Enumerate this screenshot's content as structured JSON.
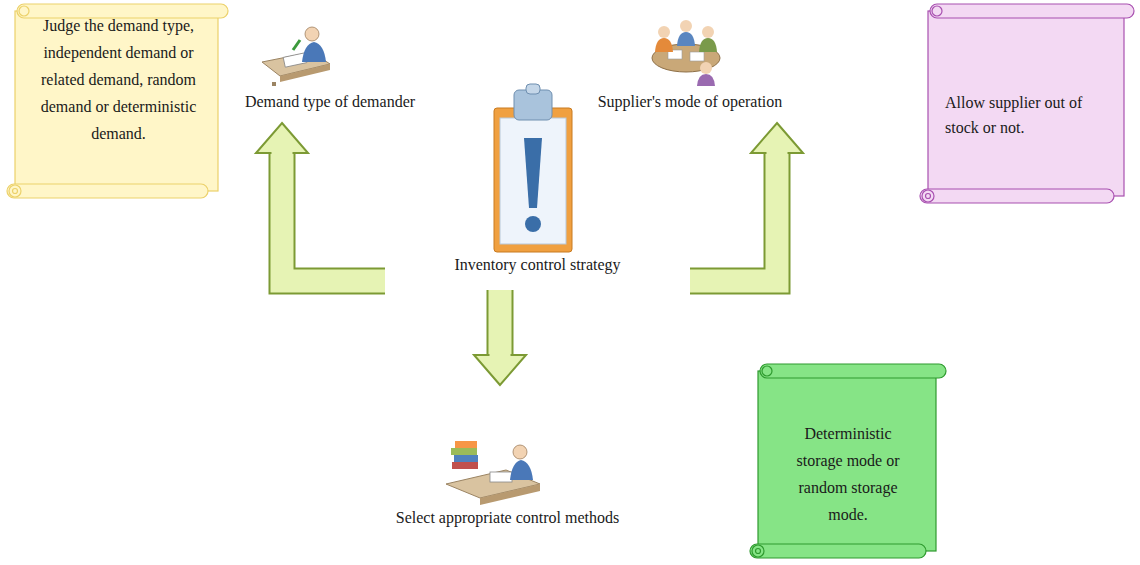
{
  "diagram": {
    "nodes": [
      {
        "text": [
          "Judge the demand type, independent demand or related demand, random demand or deterministic demand."
        ]
      },
      {
        "text": [
          "Demand type of demander"
        ]
      },
      {
        "text": [
          "Supplier's mode of operation"
        ]
      },
      {
        "text": [
          "Allow supplier out of stock or not."
        ]
      },
      {
        "text": [
          "Inventory control strategy"
        ]
      },
      {
        "text": [
          "Select appropriate control methods"
        ]
      },
      {
        "text": [
          "Deterministic storage mode or random storage mode."
        ]
      }
    ],
    "edges": [
      {
        "from": 4,
        "to": 1,
        "arrow": "to"
      },
      {
        "from": 4,
        "to": 2,
        "arrow": "to"
      },
      {
        "from": 4,
        "to": 5,
        "arrow": "to"
      }
    ]
  }
}
